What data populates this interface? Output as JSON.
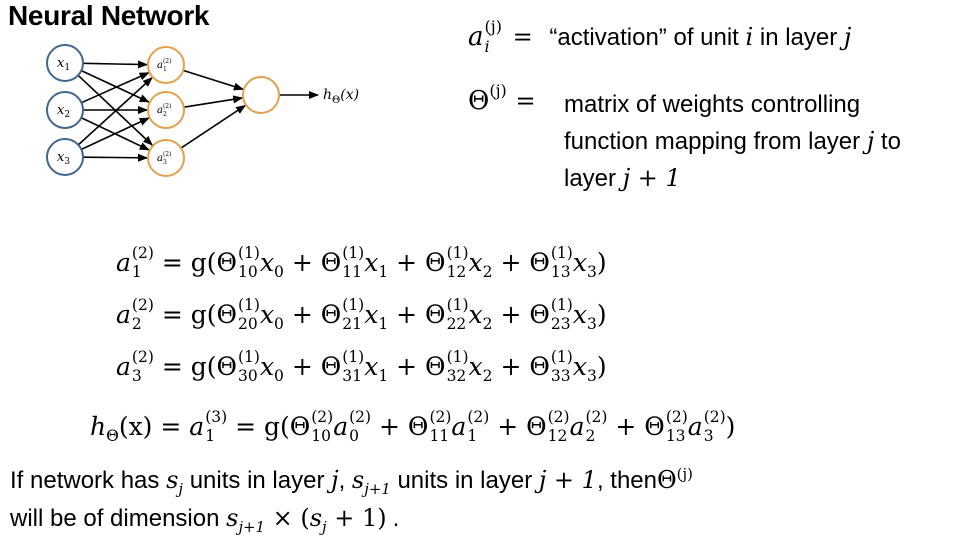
{
  "title": "Neural Network",
  "diagram": {
    "inputs": [
      "x",
      "x",
      "x"
    ],
    "input_subs": [
      "1",
      "2",
      "3"
    ],
    "hidden": [
      "a",
      "a",
      "a"
    ],
    "hidden_subs": [
      "1",
      "2",
      "3"
    ],
    "hidden_sups": [
      "(2)",
      "(2)",
      "(2)"
    ],
    "output_label": "h",
    "output_sub": "Θ",
    "output_arg": "(x)",
    "colors": {
      "input_node": "#41678f",
      "hidden_node": "#e3a04f",
      "edges": "#000000"
    }
  },
  "definitions": {
    "activation": {
      "symbol": "a",
      "sub": "i",
      "sup": "(j)",
      "equals": "=",
      "text_open": "“activation” of unit ",
      "var_i": "i",
      "text_mid": " in layer ",
      "var_j": "j"
    },
    "theta": {
      "symbol": "Θ",
      "sup": "(j)",
      "equals": "=",
      "line1": "matrix of weights controlling",
      "line2_text": "function mapping from layer ",
      "line2_var": "j",
      "line2_end": " to",
      "line3_text": "layer ",
      "line3_expr": "j + 1"
    }
  },
  "equations": [
    {
      "lhs_sym": "a",
      "lhs_sub": "1",
      "lhs_sup": "(2)",
      "rhs": "= g(Θ",
      "terms": [
        {
          "sup": "(1)",
          "sub": "10",
          "var": "x",
          "vsub": "0",
          "plus": " + Θ"
        },
        {
          "sup": "(1)",
          "sub": "11",
          "var": "x",
          "vsub": "1",
          "plus": " + Θ"
        },
        {
          "sup": "(1)",
          "sub": "12",
          "var": "x",
          "vsub": "2",
          "plus": " + Θ"
        },
        {
          "sup": "(1)",
          "sub": "13",
          "var": "x",
          "vsub": "3",
          "plus": ")"
        }
      ]
    },
    {
      "lhs_sym": "a",
      "lhs_sub": "2",
      "lhs_sup": "(2)",
      "rhs": "= g(Θ",
      "terms": [
        {
          "sup": "(1)",
          "sub": "20",
          "var": "x",
          "vsub": "0",
          "plus": " + Θ"
        },
        {
          "sup": "(1)",
          "sub": "21",
          "var": "x",
          "vsub": "1",
          "plus": " + Θ"
        },
        {
          "sup": "(1)",
          "sub": "22",
          "var": "x",
          "vsub": "2",
          "plus": " + Θ"
        },
        {
          "sup": "(1)",
          "sub": "23",
          "var": "x",
          "vsub": "3",
          "plus": ")"
        }
      ]
    },
    {
      "lhs_sym": "a",
      "lhs_sub": "3",
      "lhs_sup": "(2)",
      "rhs": "= g(Θ",
      "terms": [
        {
          "sup": "(1)",
          "sub": "30",
          "var": "x",
          "vsub": "0",
          "plus": " + Θ"
        },
        {
          "sup": "(1)",
          "sub": "31",
          "var": "x",
          "vsub": "1",
          "plus": " + Θ"
        },
        {
          "sup": "(1)",
          "sub": "32",
          "var": "x",
          "vsub": "2",
          "plus": " + Θ"
        },
        {
          "sup": "(1)",
          "sub": "33",
          "var": "x",
          "vsub": "3",
          "plus": ")"
        }
      ]
    }
  ],
  "final_equation": {
    "h": "h",
    "h_sub": "Θ",
    "h_arg": "(x) =",
    "a": "a",
    "a_sub": "1",
    "a_sup": "(3)",
    "rhs": "= g(Θ",
    "terms": [
      {
        "sup": "(2)",
        "sub": "10",
        "var": "a",
        "vsub": "0",
        "vsup": "(2)",
        "plus": " + Θ"
      },
      {
        "sup": "(2)",
        "sub": "11",
        "var": "a",
        "vsub": "1",
        "vsup": "(2)",
        "plus": " + Θ"
      },
      {
        "sup": "(2)",
        "sub": "12",
        "var": "a",
        "vsub": "2",
        "vsup": "(2)",
        "plus": " + Θ"
      },
      {
        "sup": "(2)",
        "sub": "13",
        "var": "a",
        "vsub": "3",
        "vsup": "(2)",
        "plus": ")"
      }
    ]
  },
  "footer": {
    "line1_a": "If network has ",
    "s": "s",
    "s_sub1": "j",
    "line1_b": " units in layer ",
    "j": "j",
    "comma": ",",
    "s_sub2": "j+1",
    "line1_c": " units in layer ",
    "jp1": "j + 1",
    "line1_d": ", then",
    "theta": "Θ",
    "theta_sup": "(j)",
    "line2_a": "will be of dimension ",
    "dim_expr_s": "s",
    "dim_sub": "j+1",
    "dim_times": " × (",
    "dim_s2": "s",
    "dim_sub2": "j",
    "dim_end": " + 1)",
    "period": "."
  }
}
